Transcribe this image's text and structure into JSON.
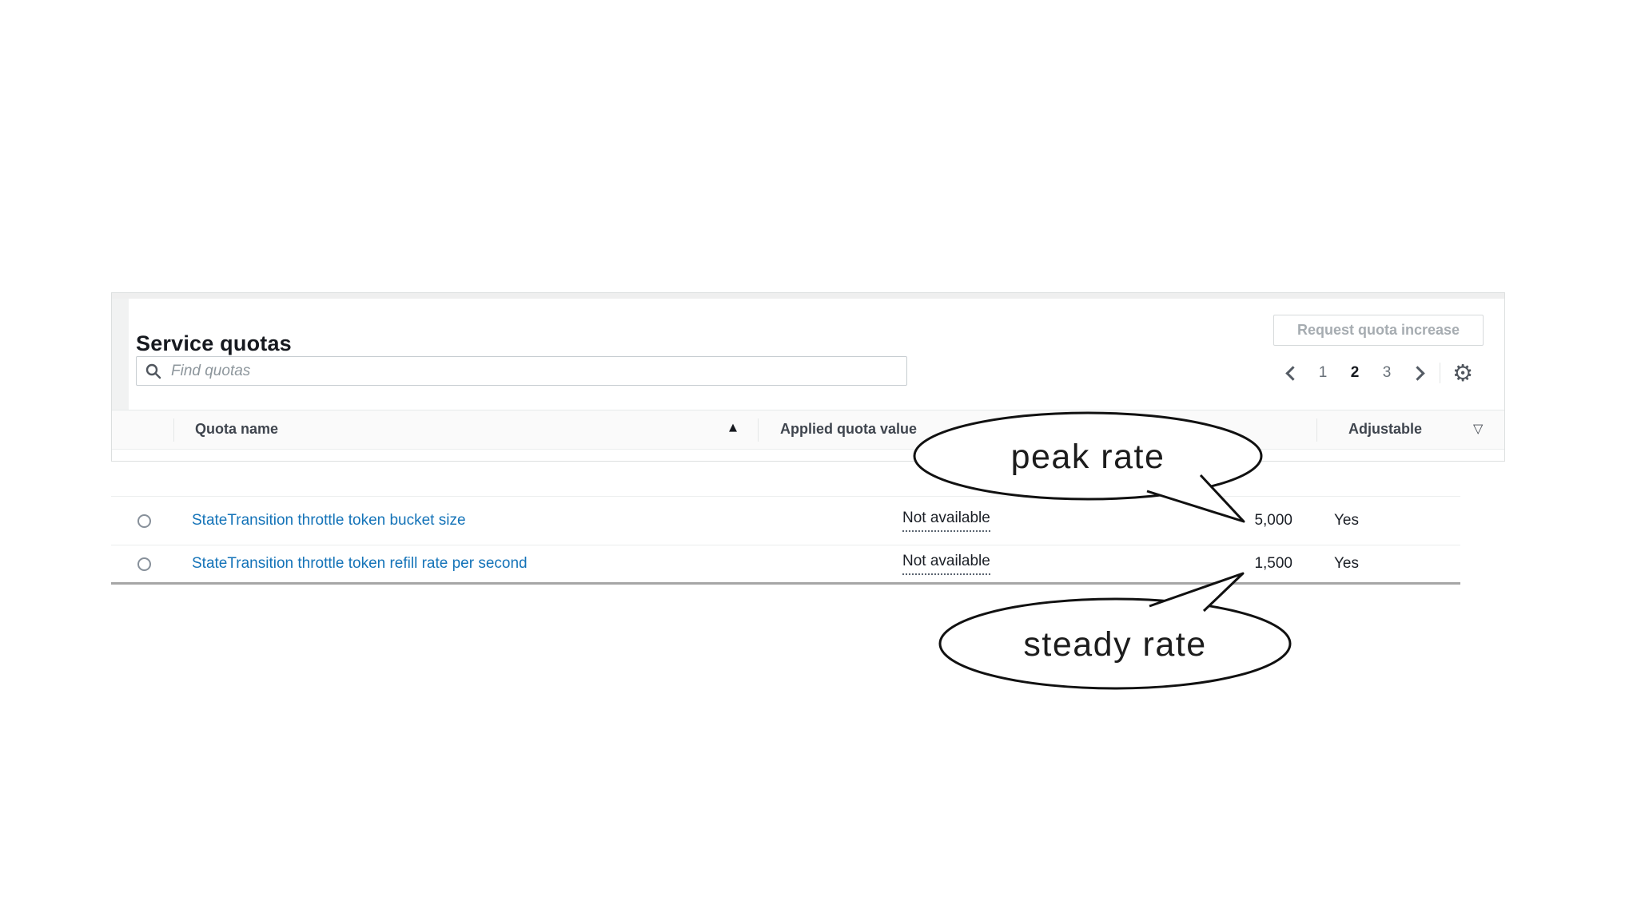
{
  "title": "Service quotas",
  "search": {
    "placeholder": "Find quotas"
  },
  "actions": {
    "request_button_label": "Request quota increase"
  },
  "pagination": {
    "pages": [
      "1",
      "2",
      "3"
    ],
    "current_page": "2"
  },
  "table": {
    "columns": {
      "quota_name": "Quota name",
      "applied_quota_value": "Applied quota value",
      "adjustable": "Adjustable"
    },
    "sort": {
      "column": "Quota name",
      "direction": "ascending"
    }
  },
  "rows": [
    {
      "name": "StateTransition throttle token bucket size",
      "applied_quota_value": "Not available",
      "default_value": "5,000",
      "adjustable": "Yes"
    },
    {
      "name": "StateTransition throttle token refill rate per second",
      "applied_quota_value": "Not available",
      "default_value": "1,500",
      "adjustable": "Yes"
    }
  ],
  "annotations": {
    "peak": "peak rate",
    "steady": "steady rate"
  },
  "icons": {
    "sort_ascending": "▲",
    "filter": "▽",
    "gear": "⚙"
  },
  "colors": {
    "link": "#1473b8",
    "header_text": "#3f454e",
    "text": "#16191f",
    "muted_text": "#8d969c",
    "disabled_button_text": "#a6acb1",
    "row_bottom_border": "#a6a6a6",
    "bubble_stroke": "#111111"
  }
}
